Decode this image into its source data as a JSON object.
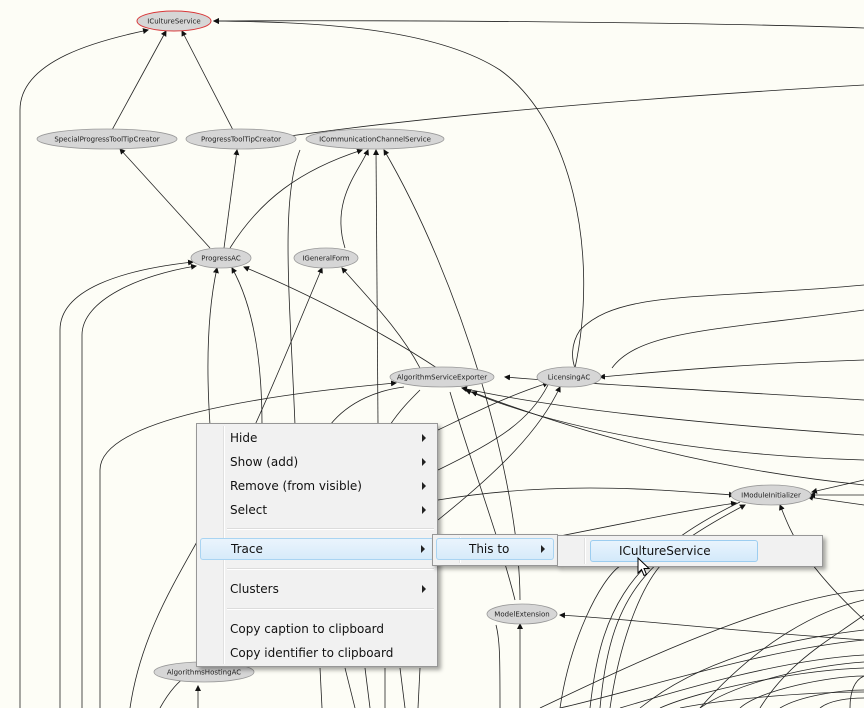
{
  "graph": {
    "nodes": {
      "n_iculture": "ICultureService",
      "n_specprog": "SpecialProgressToolTipCreator",
      "n_progtool": "ProgressToolTipCreator",
      "n_icomm": "ICommunicationChannelService",
      "n_progressac": "ProgressAC",
      "n_igeneral": "IGeneralForm",
      "n_algexp": "AlgorithmServiceExporter",
      "n_licensing": "LicensingAC",
      "n_imodule": "IModuleInitializer",
      "n_modelext": "ModelExtension",
      "n_alghost": "AlgorithmsHostingAC"
    },
    "selected_node_color": "#d9383a"
  },
  "context_menu": {
    "hide": "Hide",
    "show_add": "Show (add)",
    "remove": "Remove (from visible)",
    "select": "Select",
    "trace": "Trace",
    "clusters": "Clusters",
    "copy_caption": "Copy caption to clipboard",
    "copy_identifier": "Copy identifier to clipboard"
  },
  "trace_submenu": {
    "this_to": "This to"
  },
  "this_to_submenu": {
    "item": "ICultureService"
  }
}
